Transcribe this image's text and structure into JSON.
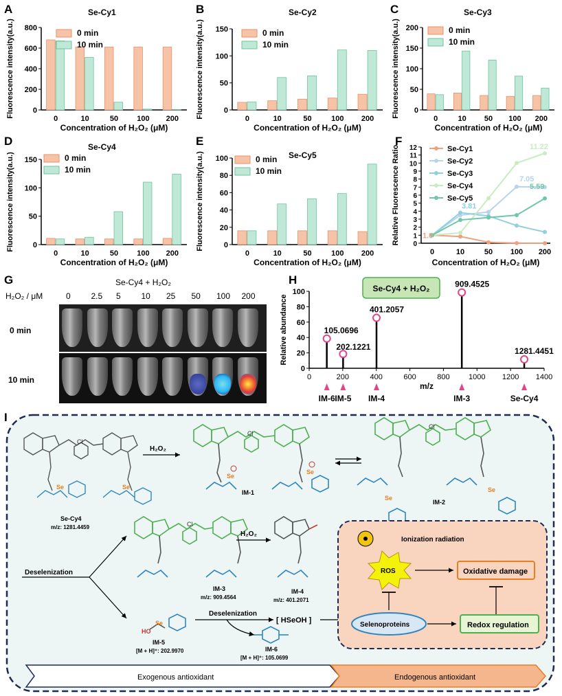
{
  "panel_labels": [
    "A",
    "B",
    "C",
    "D",
    "E",
    "F",
    "G",
    "H",
    "I"
  ],
  "chart_data": [
    {
      "id": "A",
      "type": "bar",
      "title": "Se-Cy1",
      "categories": [
        "0",
        "10",
        "50",
        "100",
        "200"
      ],
      "series": [
        {
          "name": "0 min",
          "values": [
            680,
            610,
            610,
            610,
            610
          ]
        },
        {
          "name": "10 min",
          "values": [
            670,
            510,
            75,
            8,
            3
          ]
        }
      ],
      "ylabel": "Fluorescence intensity(a.u.)",
      "xlabel": "Concentration of H₂O₂ (μM)",
      "ylim": [
        0,
        800
      ],
      "yticks": [
        0,
        200,
        400,
        600,
        800
      ],
      "legend": "top-left"
    },
    {
      "id": "B",
      "type": "bar",
      "title": "Se-Cy2",
      "categories": [
        "0",
        "10",
        "50",
        "100",
        "200"
      ],
      "series": [
        {
          "name": "0 min",
          "values": [
            14,
            17,
            20,
            22,
            29
          ]
        },
        {
          "name": "10 min",
          "values": [
            15,
            60,
            63,
            111,
            110
          ]
        }
      ],
      "ylabel": "Fluorescence intensity(a.u.)",
      "xlabel": "Concentration of H₂O₂ (μM)",
      "ylim": [
        0,
        150
      ],
      "yticks": [
        0,
        50,
        100,
        150
      ],
      "legend": "top-left"
    },
    {
      "id": "C",
      "type": "bar",
      "title": "Se-Cy3",
      "categories": [
        "0",
        "10",
        "50",
        "100",
        "200"
      ],
      "series": [
        {
          "name": "0 min",
          "values": [
            39,
            41,
            35,
            33,
            35
          ]
        },
        {
          "name": "10 min",
          "values": [
            37,
            143,
            121,
            82,
            53
          ]
        }
      ],
      "ylabel": "Fluorescence intensity(a.u.)",
      "xlabel": "Concentration of H₂O₂ (μM)",
      "ylim": [
        0,
        200
      ],
      "yticks": [
        0,
        50,
        100,
        150,
        200
      ],
      "legend": "top-left"
    },
    {
      "id": "D",
      "type": "bar",
      "title": "Se-Cy4",
      "categories": [
        "0",
        "10",
        "50",
        "100",
        "200"
      ],
      "series": [
        {
          "name": "0 min",
          "values": [
            11,
            10,
            10,
            10,
            11
          ]
        },
        {
          "name": "10 min",
          "values": [
            10,
            13,
            58,
            110,
            124
          ]
        }
      ],
      "ylabel": "Fluorescence intensity(a.u.)",
      "xlabel": "Concentration of H₂O₂ (μM)",
      "ylim": [
        0,
        150
      ],
      "yticks": [
        0,
        50,
        100,
        150
      ],
      "legend": "top-left"
    },
    {
      "id": "E",
      "type": "bar",
      "title": "Se-Cy5",
      "categories": [
        "0",
        "10",
        "50",
        "100",
        "200"
      ],
      "series": [
        {
          "name": "0 min",
          "values": [
            16,
            16,
            16,
            16,
            15
          ]
        },
        {
          "name": "10 min",
          "values": [
            16,
            47,
            53,
            59,
            93
          ]
        }
      ],
      "ylabel": "Fluorescence intensity(a.u.)",
      "xlabel": "Concentration of H₂O₂ (μM)",
      "ylim": [
        0,
        100
      ],
      "yticks": [
        0,
        20,
        40,
        60,
        80,
        100
      ],
      "legend": "top-left"
    },
    {
      "id": "F",
      "type": "line",
      "x": [
        "0",
        "10",
        "50",
        "100",
        "200"
      ],
      "series": [
        {
          "name": "Se-Cy1",
          "values": [
            1.0,
            0.84,
            0.12,
            0.01,
            0.0
          ]
        },
        {
          "name": "Se-Cy2",
          "values": [
            1.0,
            3.5,
            3.9,
            7.05,
            7.0
          ]
        },
        {
          "name": "Se-Cy3",
          "values": [
            1.0,
            3.81,
            3.4,
            2.2,
            1.4
          ]
        },
        {
          "name": "Se-Cy4",
          "values": [
            1.0,
            1.3,
            5.6,
            10.0,
            11.22
          ]
        },
        {
          "name": "Se-Cy5",
          "values": [
            1.0,
            2.9,
            3.2,
            3.5,
            5.59
          ]
        }
      ],
      "ylabel": "Relative Fluorescence Ratio",
      "xlabel": "Concentration of H₂O₂ (μM)",
      "ylim": [
        0,
        12
      ],
      "yticks": [
        0,
        1,
        2,
        3,
        4,
        5,
        6,
        7,
        8,
        9,
        10,
        11,
        12
      ],
      "annotations": [
        "1.0",
        "3.81",
        "7.05",
        "11.22",
        "5.59"
      ],
      "legend": "top-left"
    },
    {
      "id": "H",
      "type": "bar",
      "title": "Se-Cy4 + H₂O₂",
      "xlabel": "m/z",
      "ylabel": "Relative abundance",
      "xlim": [
        0,
        1400
      ],
      "ylim": [
        0,
        100
      ],
      "xticks": [
        0,
        200,
        400,
        600,
        800,
        1000,
        1200,
        1400
      ],
      "yticks": [
        0,
        20,
        40,
        60,
        80,
        100
      ],
      "peaks": [
        {
          "mz": 105.0696,
          "abundance": 35
        },
        {
          "mz": 202.1221,
          "abundance": 15
        },
        {
          "mz": 401.2057,
          "abundance": 62
        },
        {
          "mz": 909.4525,
          "abundance": 95
        },
        {
          "mz": 1281.4451,
          "abundance": 8
        }
      ],
      "peak_labels": [
        "105.0696",
        "202.1221",
        "401.2057",
        "909.4525",
        "1281.4451"
      ],
      "marker_labels": [
        "IM-6",
        "IM-5",
        "IM-4",
        "IM-3",
        "Se-Cy4"
      ]
    }
  ],
  "panel_g": {
    "title": "Se-Cy4 + H₂O₂",
    "row_header": "H₂O₂ / μM",
    "concentrations": [
      "0",
      "2.5",
      "5",
      "10",
      "25",
      "50",
      "100",
      "200"
    ],
    "rows": [
      "0 min",
      "10 min"
    ]
  },
  "panel_i": {
    "hydrogen_peroxide": "H₂O₂",
    "compounds": [
      {
        "name": "Se-Cy4",
        "mass": "m/z: 1281.4459"
      },
      {
        "name": "IM-1",
        "mass": ""
      },
      {
        "name": "IM-2",
        "mass": ""
      },
      {
        "name": "IM-3",
        "mass": "m/z: 909.4564"
      },
      {
        "name": "IM-4",
        "mass": "m/z: 401.2071"
      },
      {
        "name": "IM-5",
        "mass": "[M + H]⁺: 202.9970"
      },
      {
        "name": "IM-6",
        "mass": "[M + H]⁺: 105.0699"
      }
    ],
    "deselenization": "Deselenization",
    "hseoh": "[ HSeOH ]",
    "ionization": "Ionization radiation",
    "ros": "ROS",
    "oxidative": "Oxidative damage",
    "selenoproteins": "Selenoproteins",
    "redox": "Redox regulation",
    "exogenous": "Exogenous antioxidant",
    "endogenous": "Endogenous antioxidant"
  },
  "colors": {
    "bar0": "#f6c3a7",
    "bar0_edge": "#e8906a",
    "bar10": "#bfe8d6",
    "bar10_edge": "#6cc5a2",
    "cy1": "#f0a07c",
    "cy2": "#b7d3ee",
    "cy3": "#8ecfe0",
    "cy4": "#c8ecc0",
    "cy5": "#6ec7a8",
    "green": "#4caf50",
    "panel_bg": "#eef6f5",
    "orange_box": "#f9d4bf"
  }
}
